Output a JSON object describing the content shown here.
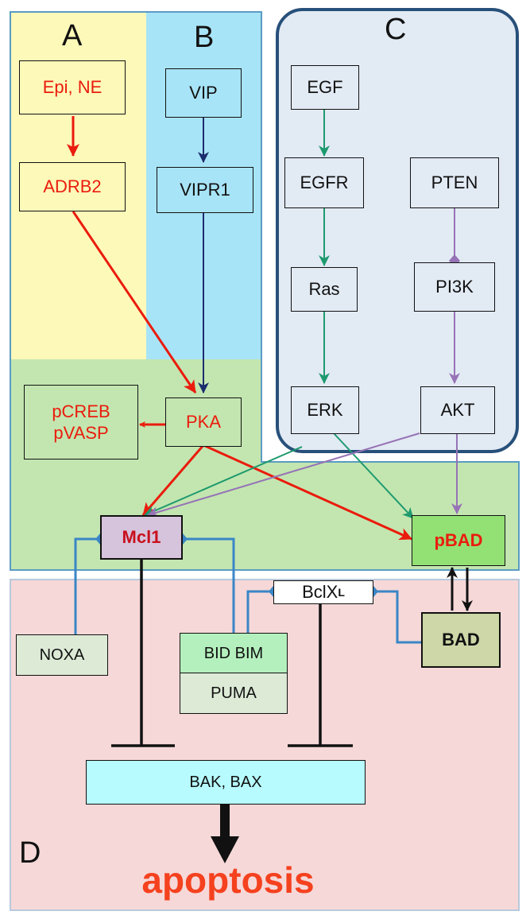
{
  "sections": {
    "a": "A",
    "b": "B",
    "c": "C",
    "d": "D"
  },
  "nodes": {
    "epi_ne": "Epi, NE",
    "adrb2": "ADRB2",
    "vip": "VIP",
    "vipr1": "VIPR1",
    "egf": "EGF",
    "egfr": "EGFR",
    "ras": "Ras",
    "erk": "ERK",
    "pten": "PTEN",
    "pi3k": "PI3K",
    "akt": "AKT",
    "pka": "PKA",
    "pcreb": "pCREB",
    "pvasp": "pVASP",
    "mcl1": "Mcl1",
    "pbad": "pBAD",
    "bclx_main": "BclX",
    "bclx_sub": "L",
    "bad": "BAD",
    "noxa": "NOXA",
    "bid_bim": "BID BIM",
    "puma": "PUMA",
    "bak_bax": "BAK, BAX"
  },
  "outcome": "apoptosis",
  "colors": {
    "panel_a": "#fdf9b9",
    "panel_b": "#a8e4f7",
    "panel_green": "#c3e6b0",
    "panel_c": "#e2eaf4",
    "panel_c_border": "#27507a",
    "panel_d": "#f6d8d8",
    "red_arrow": "#ea1c0d",
    "navy_arrow": "#1c2d6e",
    "teal_arrow": "#1e9a6e",
    "purple_arrow": "#9673b6",
    "inhibition_link": "#3a86c6",
    "apoptosis_text": "#f5411e",
    "mcl1_fill": "#d6c3dc",
    "pbad_fill": "#93e175",
    "bad_fill": "#cdd7a7"
  }
}
